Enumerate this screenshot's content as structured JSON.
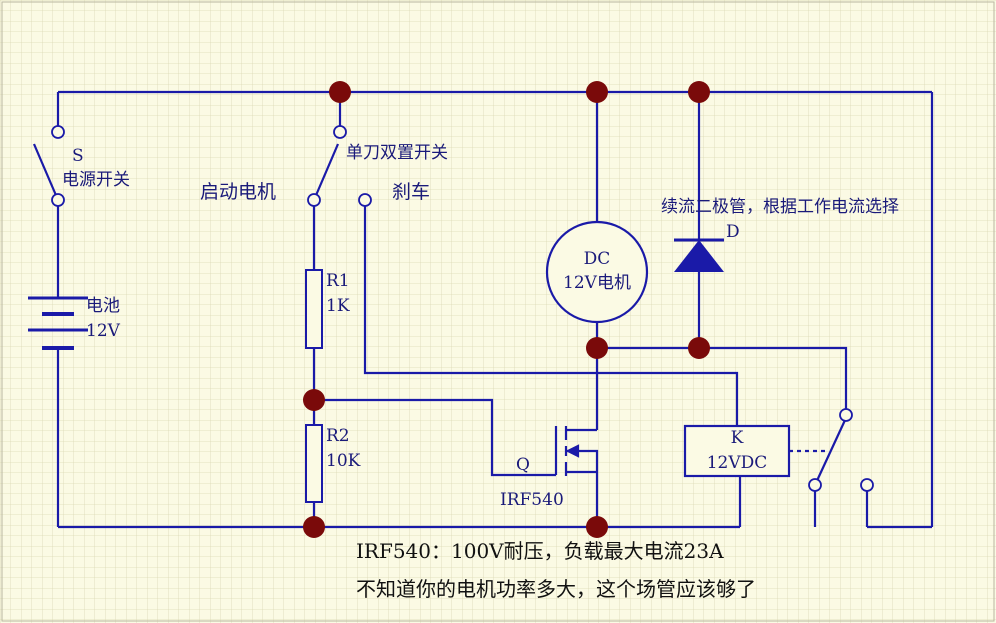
{
  "colors": {
    "background": "#fbfae4",
    "grid": "#dcd9b5",
    "wire": "#1a1aa8",
    "junction": "#7a0a0a",
    "text": "#1a1a7a"
  },
  "switch_s": {
    "name": "S",
    "desc": "电源开关"
  },
  "battery": {
    "name": "电池",
    "value": "12V"
  },
  "spdt": {
    "name": "单刀双置开关",
    "start": "启动电机",
    "brake": "刹车"
  },
  "r1": {
    "name": "R1",
    "value": "1K"
  },
  "r2": {
    "name": "R2",
    "value": "10K"
  },
  "motor": {
    "name": "DC",
    "desc": "12V电机"
  },
  "diode": {
    "note": "续流二极管，根据工作电流选择",
    "name": "D"
  },
  "mosfet": {
    "name": "Q",
    "model": "IRF540"
  },
  "relay": {
    "name": "K",
    "value": "12VDC"
  },
  "notes": {
    "line1": "IRF540：100V耐压，负载最大电流23A",
    "line2": "不知道你的电机功率多大，这个场管应该够了"
  }
}
